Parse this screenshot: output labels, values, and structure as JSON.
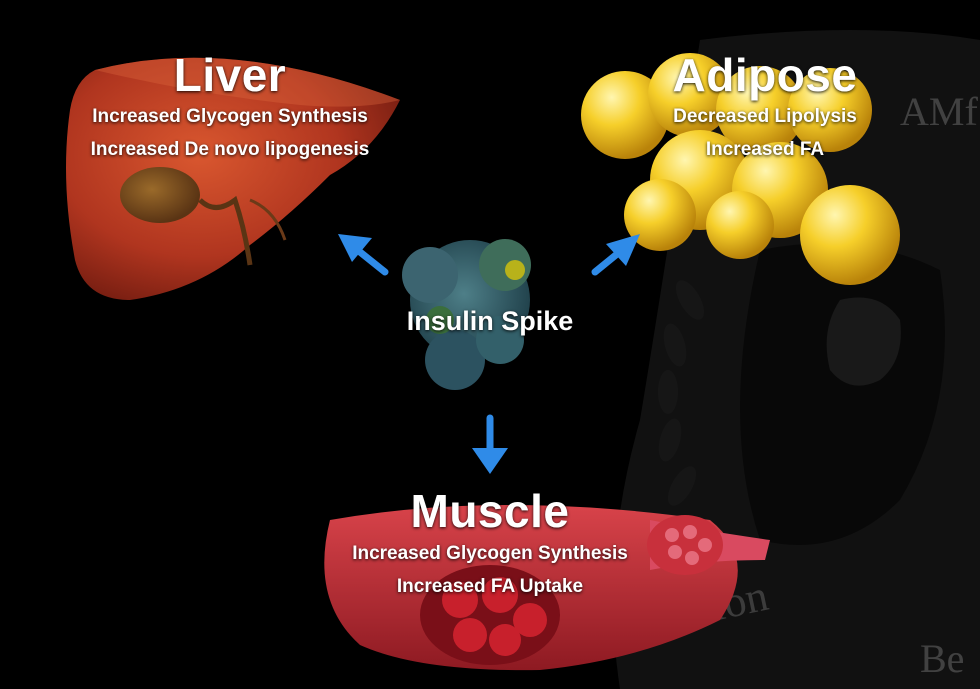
{
  "center": {
    "label": "Insulin Spike"
  },
  "liver": {
    "title": "Liver",
    "effects": [
      "Increased Glycogen Synthesis",
      "Increased De novo lipogenesis"
    ]
  },
  "adipose": {
    "title": "Adipose",
    "effects": [
      "Decreased Lipolysis",
      "Increased FA"
    ]
  },
  "muscle": {
    "title": "Muscle",
    "effects": [
      "Increased Glycogen Synthesis",
      "Increased FA Uptake"
    ]
  },
  "watermark": {
    "lines": [
      "AMf",
      "psilon",
      "Be"
    ]
  },
  "colors": {
    "background": "#000000",
    "arrow": "#2f8be8",
    "liver": "#b0351f",
    "adipose": "#f3c21e",
    "muscle": "#b8242c",
    "text": "#ffffff"
  },
  "icons": [
    "liver-illustration",
    "adipose-fat-cells",
    "muscle-fiber-bundle",
    "insulin-protein-molecule",
    "crest-watermark"
  ]
}
